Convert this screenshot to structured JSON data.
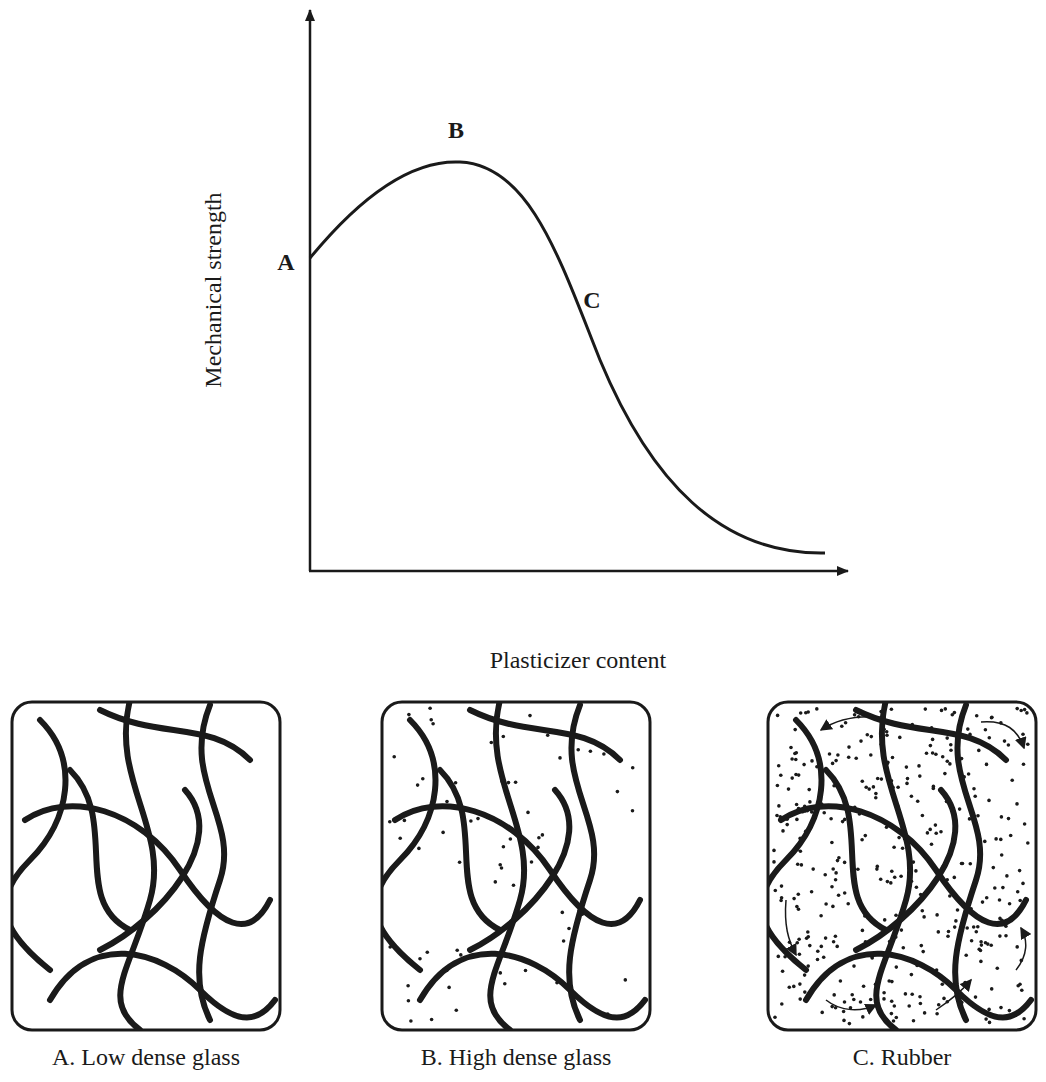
{
  "diagram": {
    "nodes": [
      {
        "text": [
          "A. Low dense glass"
        ]
      },
      {
        "text": [
          "B. High dense glass"
        ]
      },
      {
        "text": [
          "C. Rubber"
        ]
      }
    ],
    "labels": [
      "A",
      "B",
      "C",
      "Mechanical strength",
      "Plasticizer content"
    ]
  }
}
